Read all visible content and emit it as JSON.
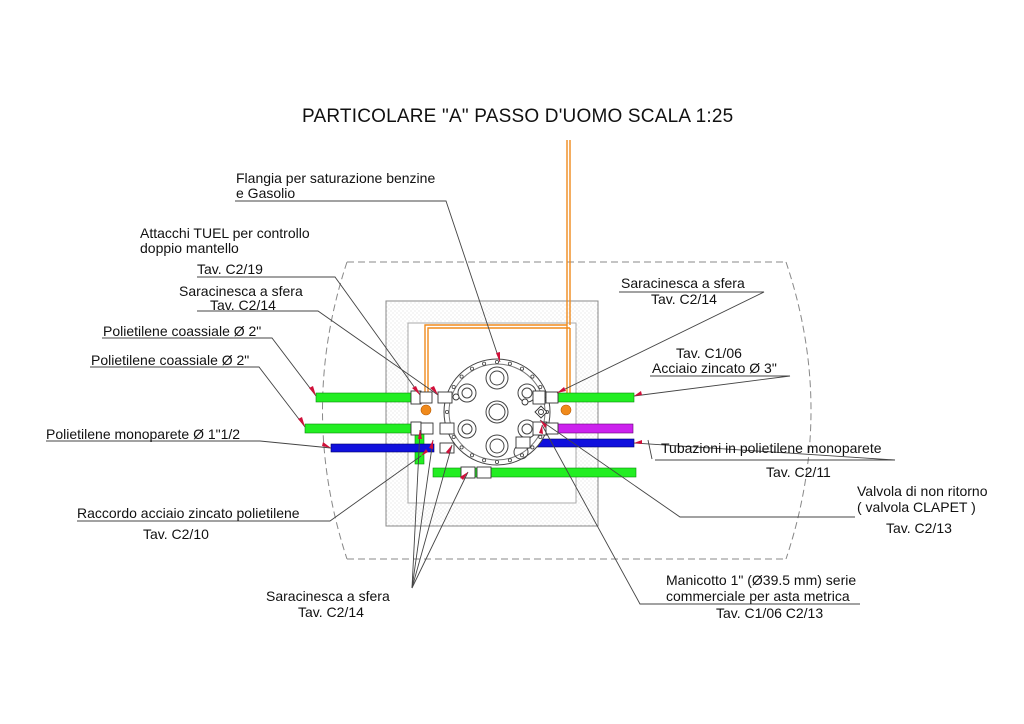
{
  "title": "PARTICOLARE \"A\" PASSO D'UOMO SCALA 1:25",
  "labels": {
    "flangia_1": "Flangia per saturazione benzine",
    "flangia_2": "e Gasolio",
    "attacchi_1": "Attacchi TUEL per controllo",
    "attacchi_2": "doppio mantello",
    "attacchi_ref": "Tav. C2/19",
    "sara_left": "Saracinesca a sfera",
    "sara_left_ref": "Tav. C2/14",
    "poli_coax_1": "Polietilene coassiale Ø 2\"",
    "poli_coax_2": "Polietilene coassiale Ø 2\"",
    "poli_mono": "Polietilene monoparete Ø 1\"1/2",
    "raccordo": "Raccordo acciaio zincato polietilene",
    "raccordo_ref": "Tav. C2/10",
    "sara_bottom": "Saracinesca a sfera",
    "sara_bottom_ref": "Tav. C2/14",
    "sara_right": "Saracinesca a sfera",
    "sara_right_ref": "Tav. C2/14",
    "acciaio_ref": "Tav. C1/06",
    "acciaio": "Acciaio zincato Ø 3\"",
    "tubazioni": "Tubazioni in polietilene monoparete",
    "tubazioni_ref": "Tav. C2/11",
    "valvola_1": "Valvola di non ritorno",
    "valvola_2": "( valvola CLAPET )",
    "valvola_ref": "Tav. C2/13",
    "manicotto_1": "Manicotto 1\" (Ø39.5 mm) serie",
    "manicotto_2": "commerciale per asta metrica",
    "manicotto_ref": "Tav. C1/06  C2/13"
  },
  "colors": {
    "pipe_green": "#22ee22",
    "pipe_blue": "#1010dd",
    "pipe_magenta": "#cc22ee",
    "fitting_orange": "#f08a1c",
    "leader_red": "#d0103a"
  }
}
